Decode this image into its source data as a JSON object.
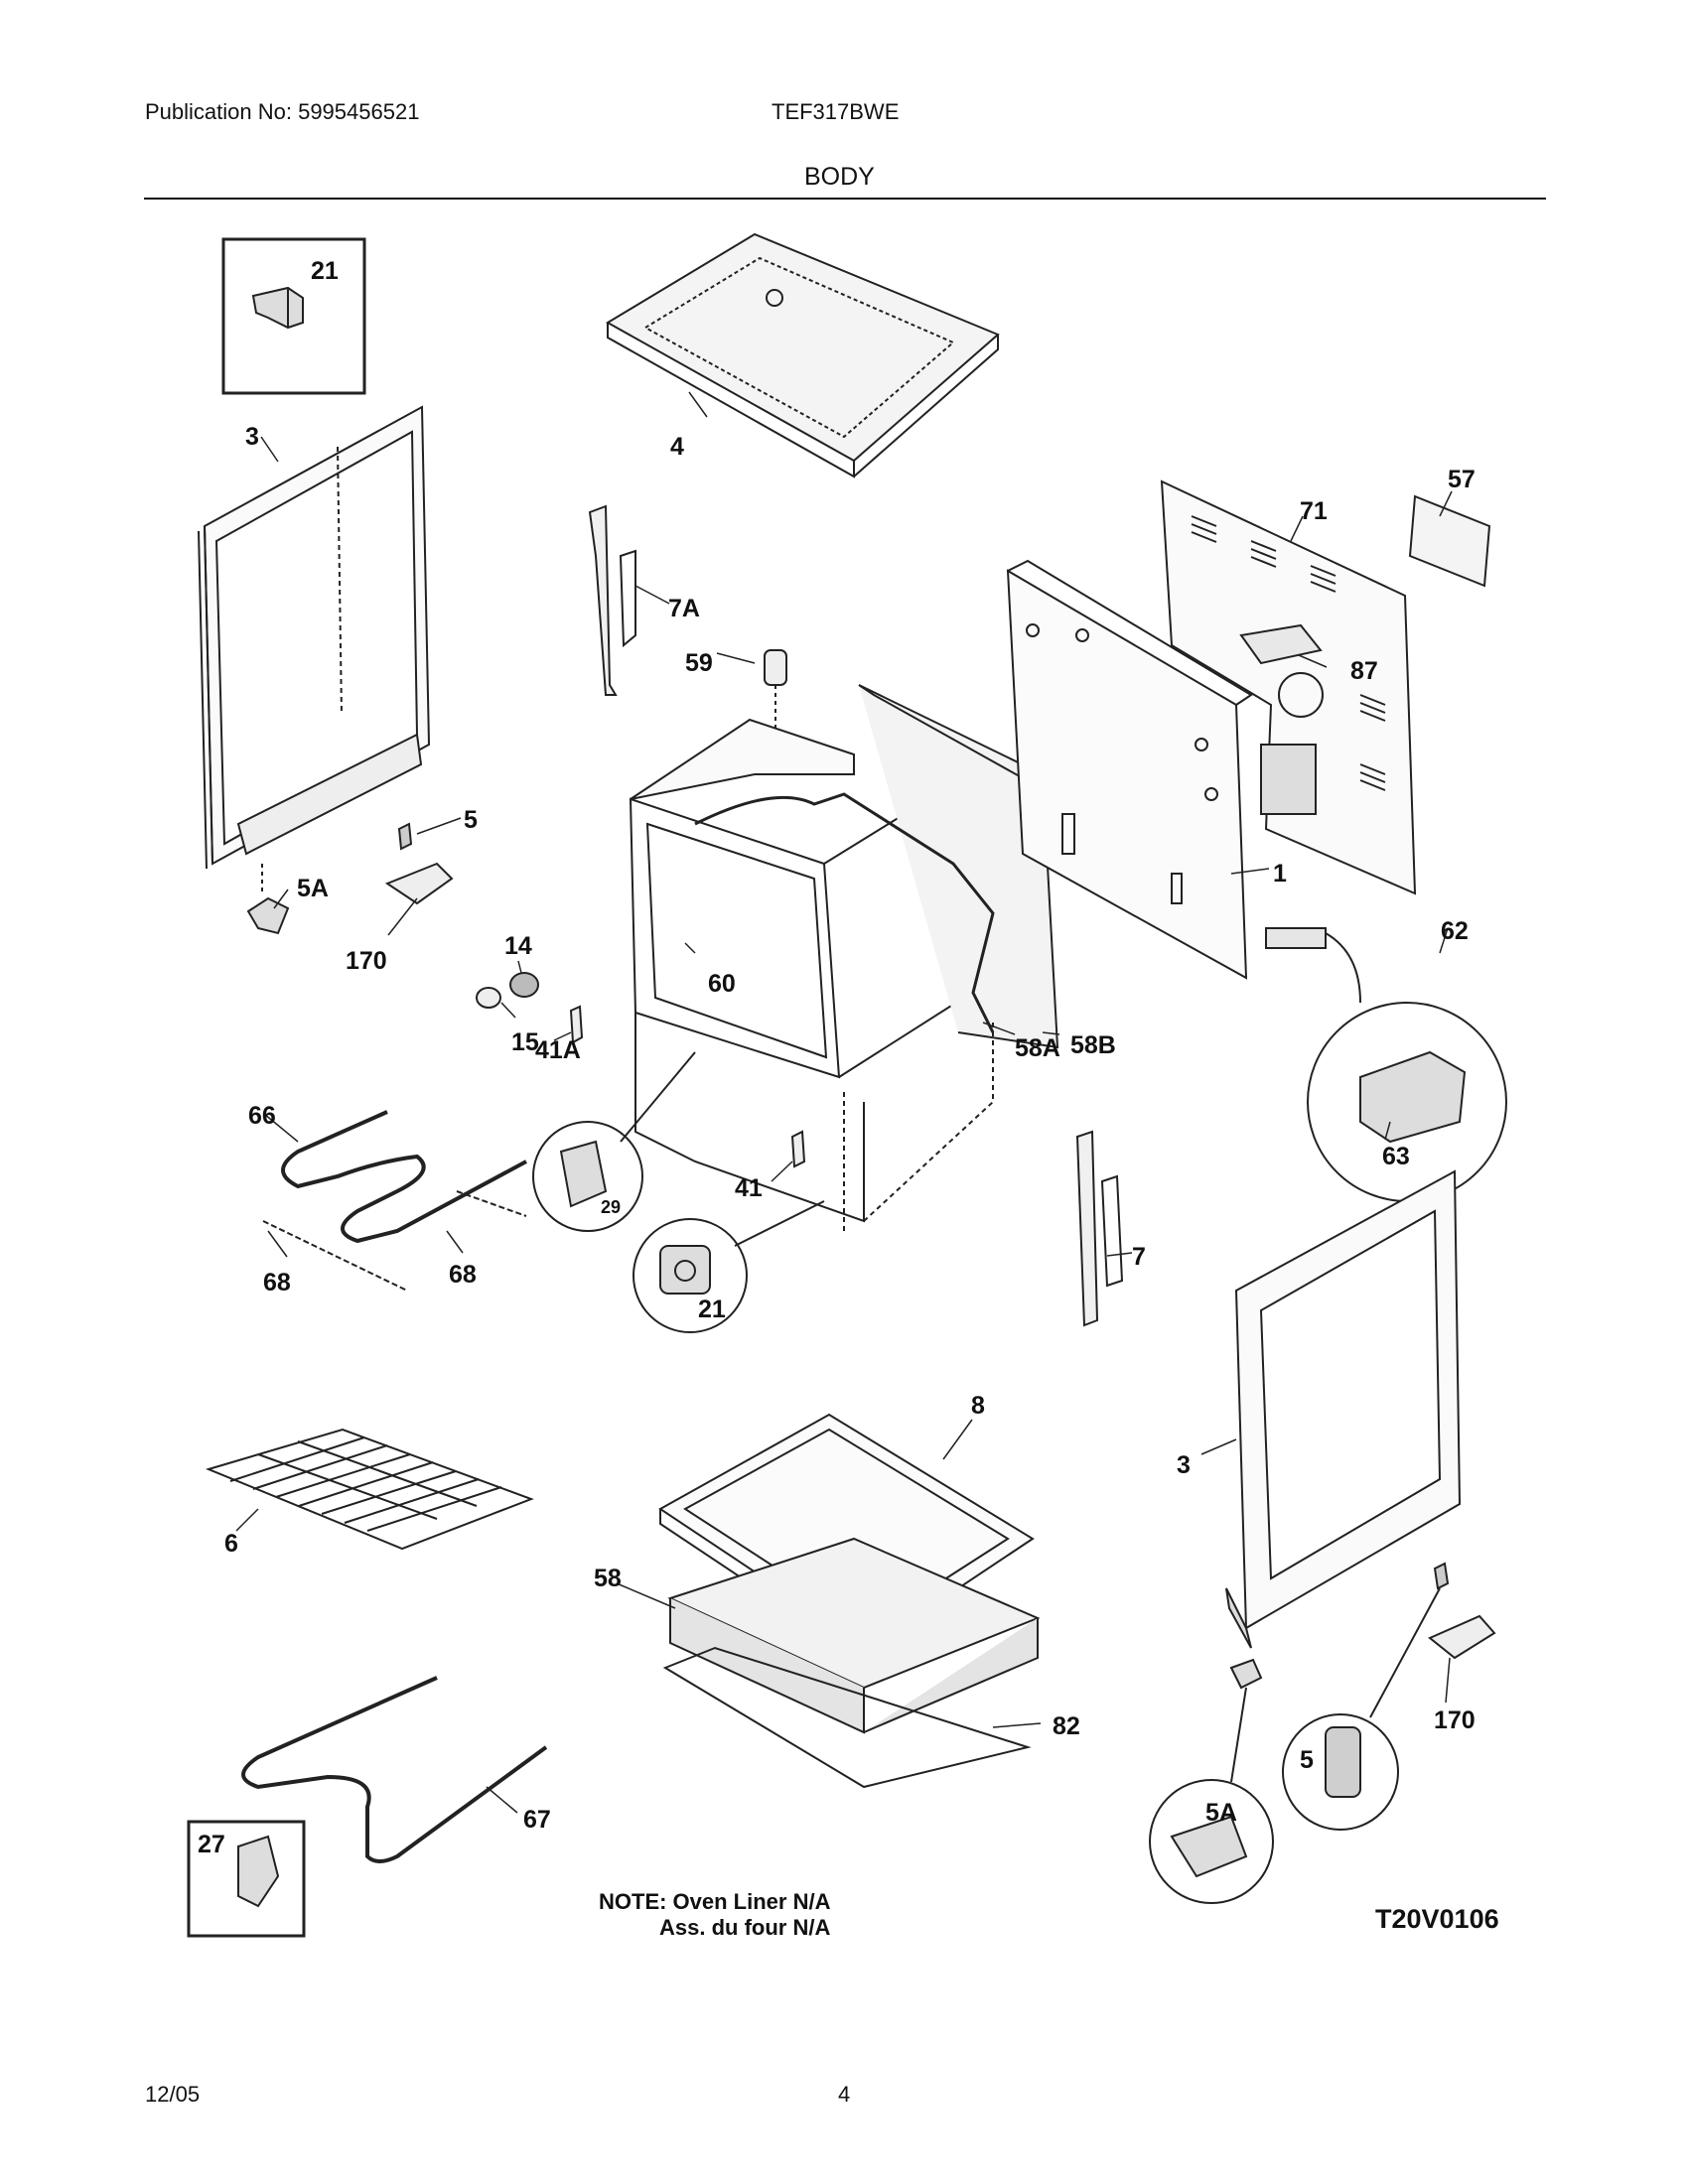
{
  "header": {
    "publication": "Publication No: 5995456521",
    "model": "TEF317BWE",
    "section_title": "BODY"
  },
  "callouts": {
    "c21_box": "21",
    "c4": "4",
    "c3_left": "3",
    "c57": "57",
    "c71": "71",
    "c7A": "7A",
    "c59": "59",
    "c87": "87",
    "c5_left": "5",
    "c5A_left": "5A",
    "c170_left": "170",
    "c14": "14",
    "c60": "60",
    "c1": "1",
    "c62": "62",
    "c15": "15",
    "c41A": "41A",
    "c58A": "58A",
    "c58B": "58B",
    "c66": "66",
    "c63": "63",
    "c29": "29",
    "c41": "41",
    "c7": "7",
    "c68_a": "68",
    "c68_b": "68",
    "c21_circle": "21",
    "c8": "8",
    "c3_right": "3",
    "c6": "6",
    "c58": "58",
    "c82": "82",
    "c170_right": "170",
    "c5_circle": "5",
    "c5A_circle": "5A",
    "c67": "67",
    "c27": "27"
  },
  "note": {
    "line1": "NOTE: Oven Liner N/A",
    "line2": "Ass. du four N/A"
  },
  "diagram_code": "T20V0106",
  "footer": {
    "date": "12/05",
    "page": "4"
  }
}
